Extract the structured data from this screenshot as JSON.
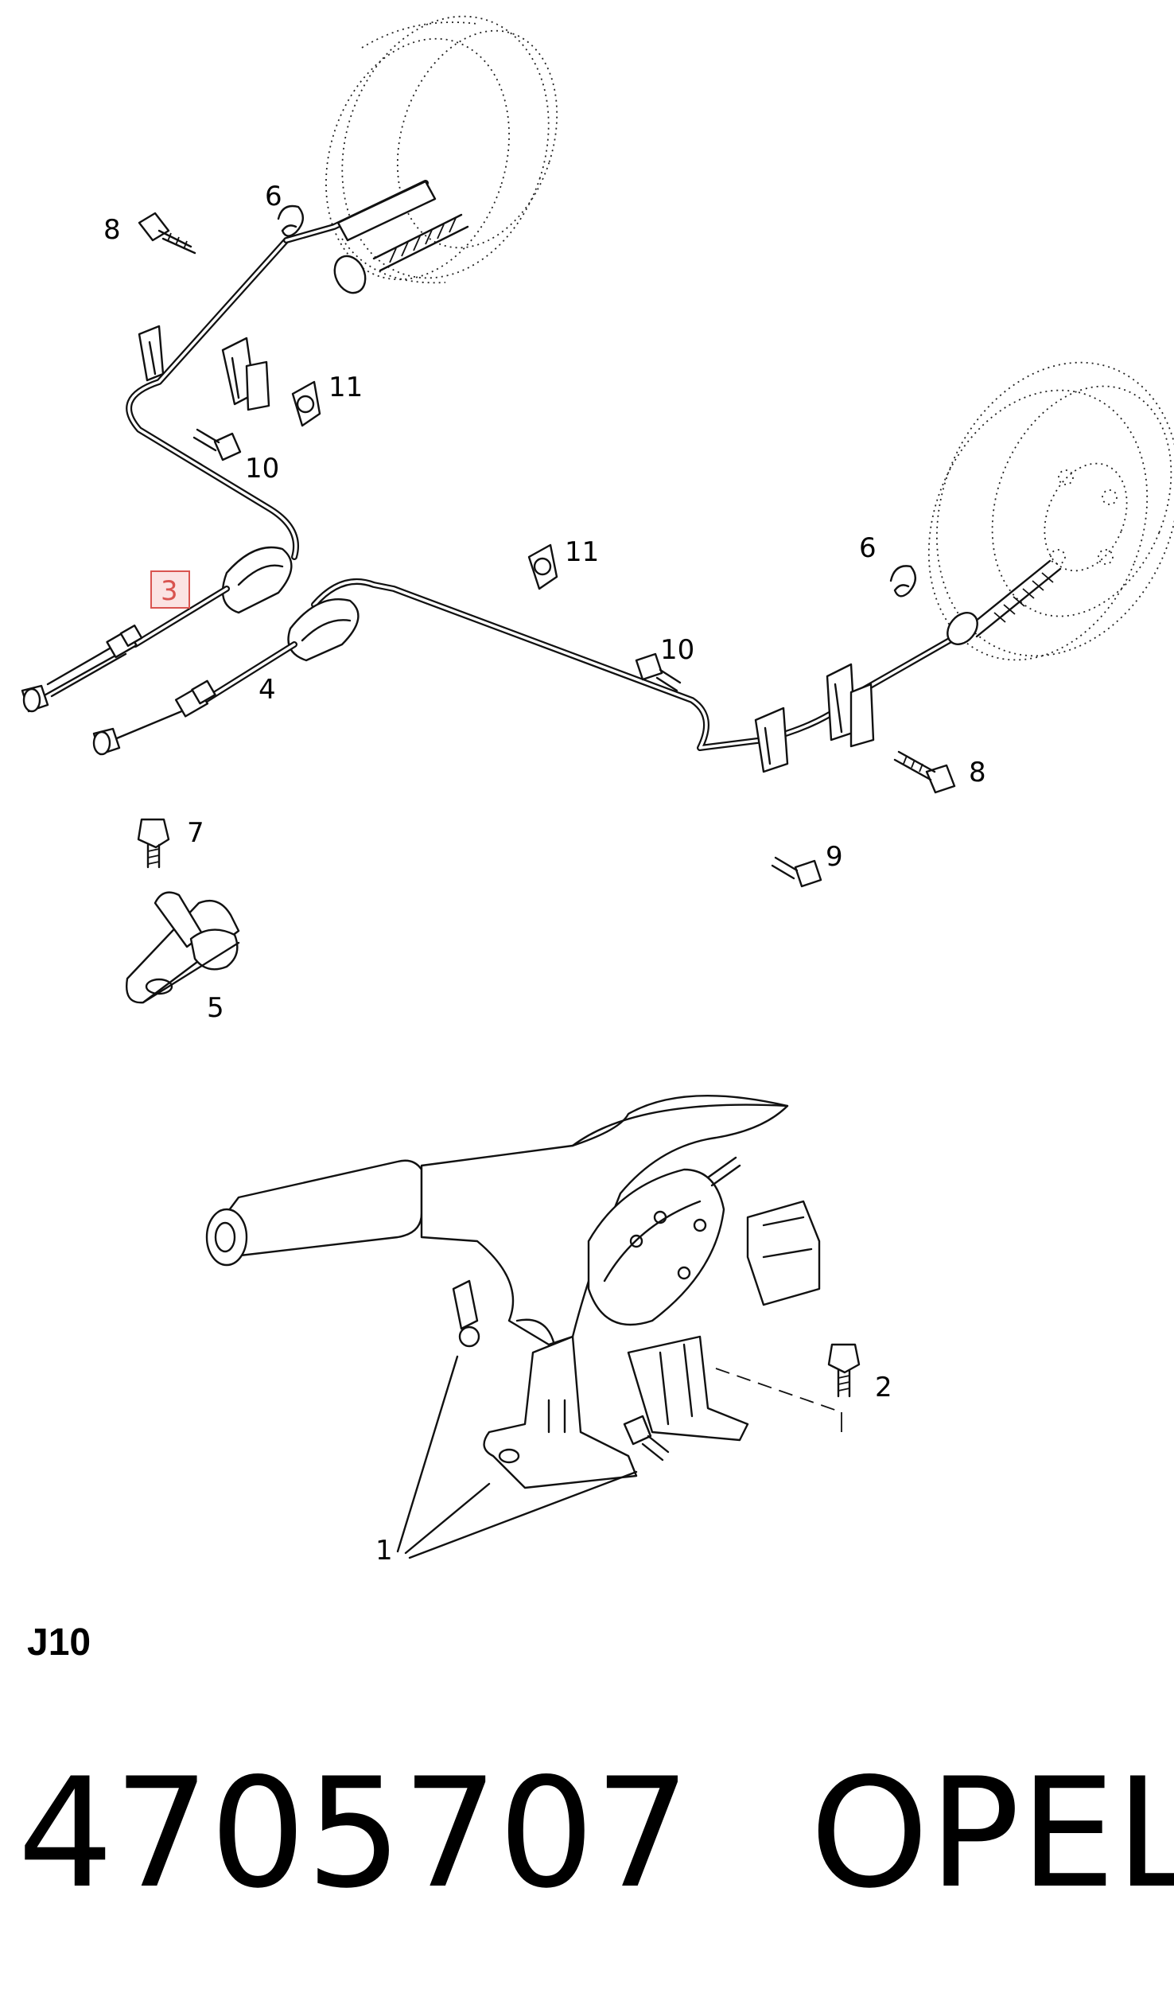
{
  "callouts": {
    "c1": "1",
    "c2": "2",
    "c3": "3",
    "c4": "4",
    "c5": "5",
    "c6a": "6",
    "c6b": "6",
    "c7": "7",
    "c8a": "8",
    "c8b": "8",
    "c9": "9",
    "c10a": "10",
    "c10b": "10",
    "c11a": "11",
    "c11b": "11"
  },
  "section_code": "J10",
  "part_number": "4705707",
  "brand": "OPEL",
  "colors": {
    "highlight_fill": "#fbe3e3",
    "highlight_stroke": "#d9534f",
    "line": "#111111"
  }
}
